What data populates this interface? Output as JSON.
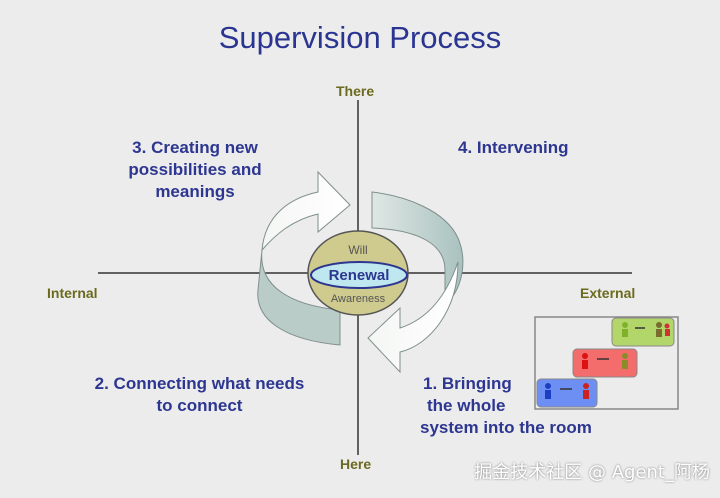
{
  "title": "Supervision Process",
  "axes": {
    "top": "There",
    "bottom": "Here",
    "left": "Internal",
    "right": "External"
  },
  "quadrants": {
    "q1": [
      "1. Bringing",
      "the whole",
      "system into the room"
    ],
    "q2": [
      "2. Connecting what needs",
      "to connect"
    ],
    "q3": [
      "3. Creating new",
      "possibilities and",
      "meanings"
    ],
    "q4": "4. Intervening"
  },
  "center": {
    "top": "Will",
    "middle": "Renewal",
    "bottom": "Awareness"
  },
  "people_cards": [
    {
      "color": "#b3d66a",
      "icon": "people-icon"
    },
    {
      "color": "#f36d6d",
      "icon": "people-icon"
    },
    {
      "color": "#6d8ff3",
      "icon": "people-icon"
    }
  ],
  "colors": {
    "title": "#2a3591",
    "quadrant_text": "#2d3690",
    "axis_label": "#6b6a1e",
    "ellipse_fill": "#cfcb8f",
    "renewal_fill": "#bfe7ef"
  },
  "watermark": "掘金技术社区 @ Agent_阿杨"
}
